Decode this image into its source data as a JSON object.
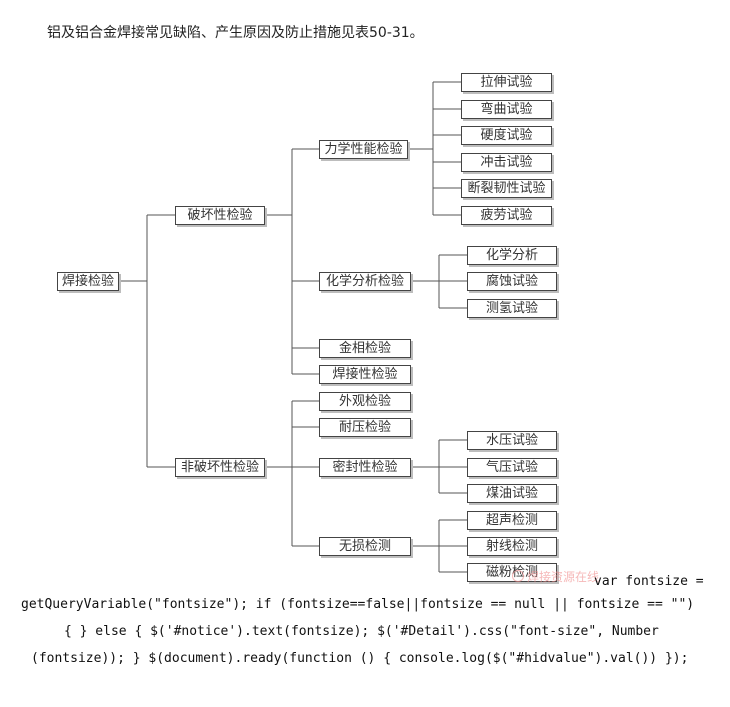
{
  "intro": "铝及铝合金焊接常见缺陷、产生原因及防止措施见表50-31。",
  "tree": {
    "root": "焊接检验",
    "destructive": {
      "label": "破坏性检验",
      "mechanical": {
        "label": "力学性能检验",
        "children": [
          "拉伸试验",
          "弯曲试验",
          "硬度试验",
          "冲击试验",
          "断裂韧性试验",
          "疲劳试验"
        ]
      },
      "chemical": {
        "label": "化学分析检验",
        "children": [
          "化学分析",
          "腐蚀试验",
          "测氢试验"
        ]
      },
      "metallographic": "金相检验",
      "weldability": "焊接性检验"
    },
    "nondestructive": {
      "label": "非破坏性检验",
      "visual": "外观检验",
      "pressure": "耐压检验",
      "sealing": {
        "label": "密封性检验",
        "children": [
          "水压试验",
          "气压试验",
          "煤油试验"
        ]
      },
      "ndt": {
        "label": "无损检测",
        "children": [
          "超声检测",
          "射线检测",
          "磁粉检测"
        ]
      }
    }
  },
  "watermark": "焊接资源在线",
  "code_lines": [
    "var fontsize =",
    "getQueryVariable(\"fontsize\"); if (fontsize==false||fontsize == null || fontsize == \"\")",
    "{ } else { $('#notice').text(fontsize); $('#Detail').css(\"font-size\", Number",
    "(fontsize)); } $(document).ready(function () { console.log($(\"#hidvalue\").val()) });"
  ]
}
